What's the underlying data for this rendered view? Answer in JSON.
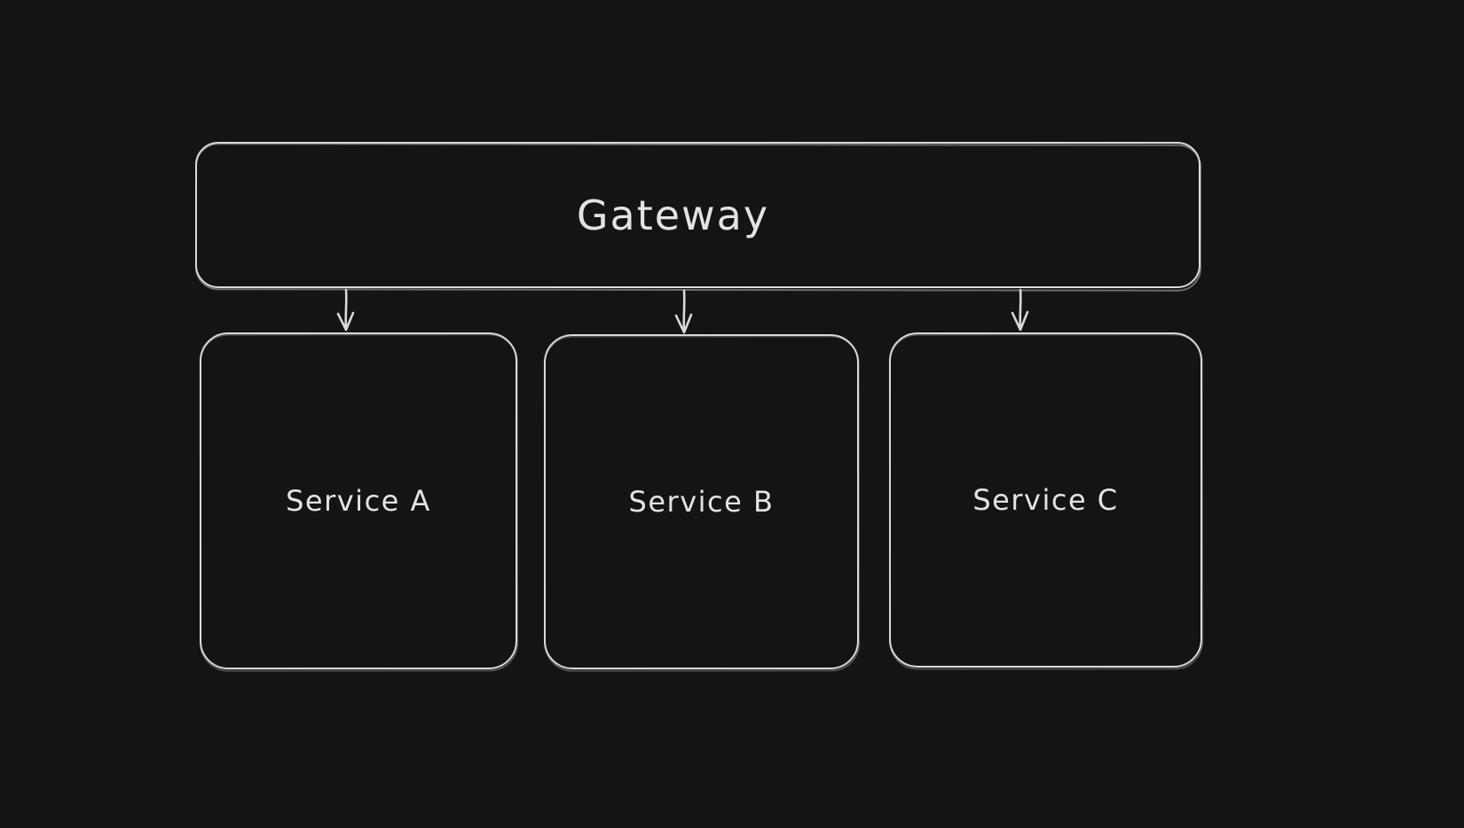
{
  "canvas": {
    "background_color": "#141414",
    "stroke_color": "#d9d9d9",
    "text_color": "#e3e3e3",
    "style": "hand-drawn-sketch"
  },
  "nodes": {
    "gateway": {
      "label": "Gateway"
    },
    "services": [
      {
        "label": "Service A"
      },
      {
        "label": "Service B"
      },
      {
        "label": "Service C"
      }
    ]
  },
  "edges": [
    {
      "from": "Gateway",
      "to": "Service A",
      "direction": "down"
    },
    {
      "from": "Gateway",
      "to": "Service B",
      "direction": "down"
    },
    {
      "from": "Gateway",
      "to": "Service C",
      "direction": "down"
    }
  ]
}
